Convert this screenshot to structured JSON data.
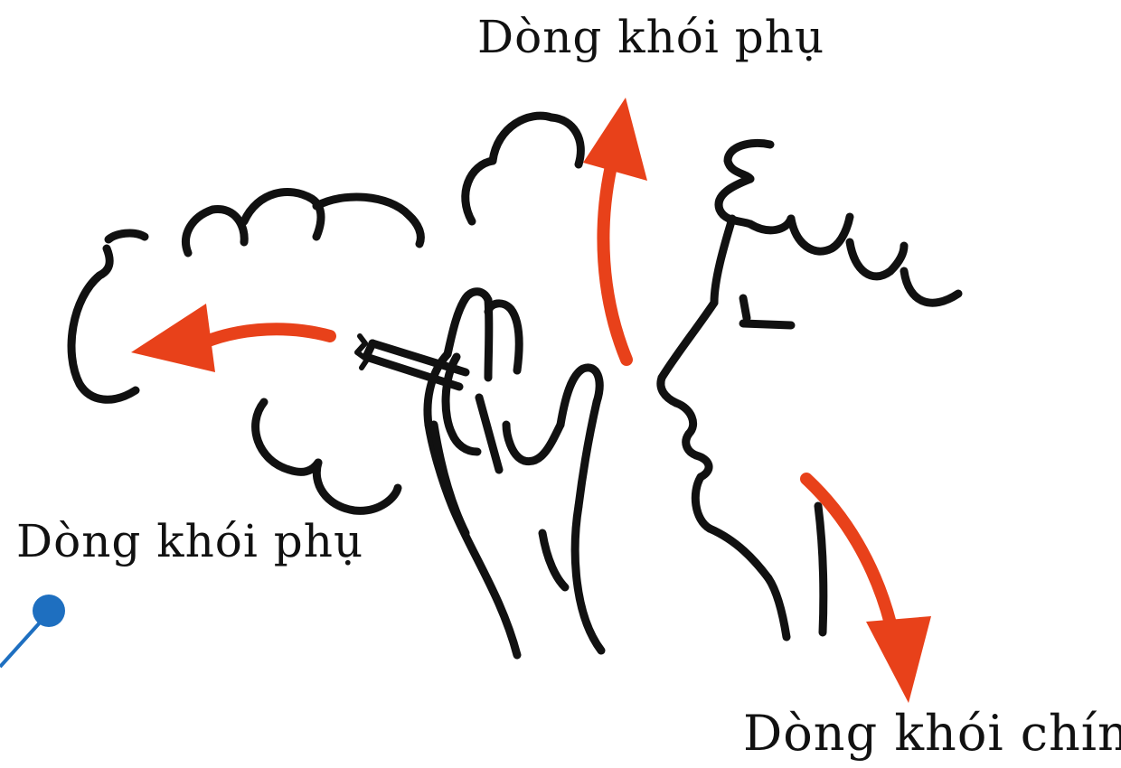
{
  "labels": {
    "sidestream_top": "Dòng khói phụ",
    "sidestream_left": "Dòng khói phụ",
    "mainstream": "Dòng khói chính"
  },
  "colors": {
    "line": "#111111",
    "arrow": "#e8411a",
    "marker": "#1e6fc0",
    "background": "#ffffff"
  }
}
